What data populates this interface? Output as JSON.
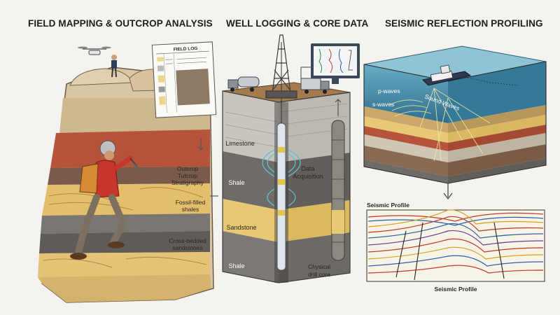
{
  "panels": {
    "field": {
      "title": "FIELD MAPPING & OUTCROP ANALYSIS",
      "field_log_title": "FIELD LOG",
      "labels": {
        "outcrop": [
          "Outcrop",
          "Tutcrop",
          "Stratigraphy"
        ],
        "fossil": [
          "Fossil-filled",
          "shales"
        ],
        "cross": [
          "Cross-bedded",
          "sandstones"
        ]
      }
    },
    "well": {
      "title": "WELL LOGGING & CORE DATA",
      "labels": {
        "limestone": "Limestone",
        "shale_1": "Shale",
        "sandstone": "Sandstone",
        "shale_2": "Shale",
        "data_acq": [
          "Data",
          "Acquisition"
        ],
        "core": [
          "Chysical",
          "drill core"
        ]
      }
    },
    "seismic": {
      "title": "SEISMIC REFLECTION PROFILING",
      "labels": {
        "p_waves": "p-waves",
        "s_waves": "s-waves",
        "sound_waves": "Sound Waves",
        "profile_top": "Seismic Profile",
        "profile_bottom": "Seismic Profile"
      }
    }
  },
  "colors": {
    "sandstone": "#e8c872",
    "limestone": "#c9c5bd",
    "shale": "#6f6b66",
    "red_bed": "#b5533b",
    "water": "#3f86a6",
    "monitor_frame": "#3b4856"
  }
}
